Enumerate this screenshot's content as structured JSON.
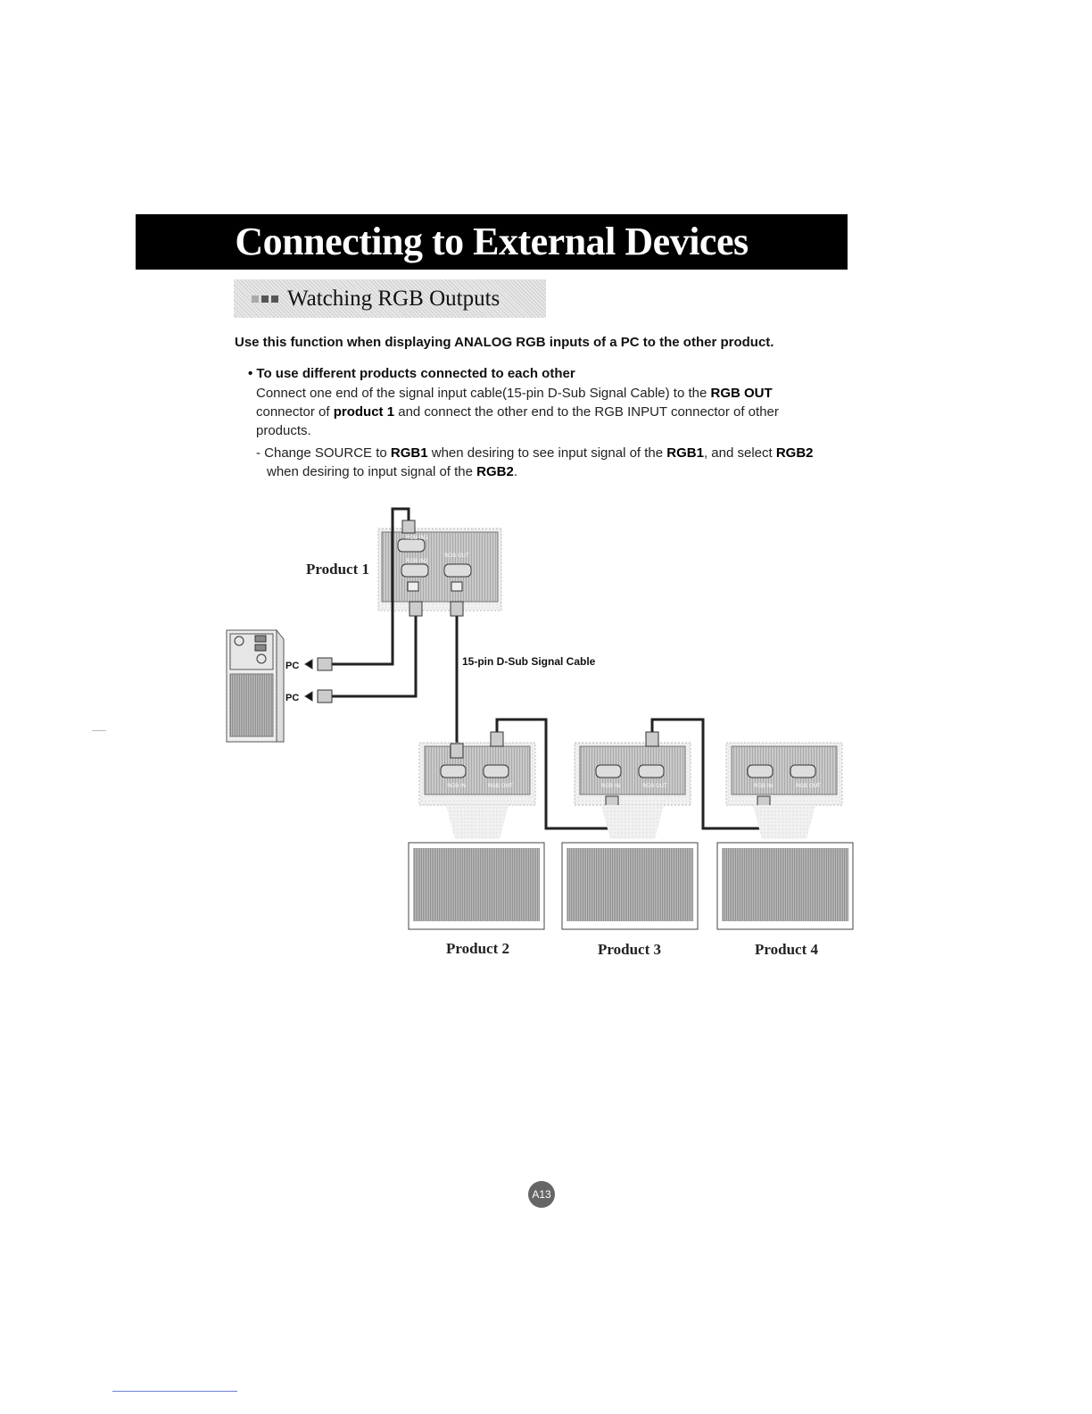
{
  "header": {
    "title": "Connecting to External Devices"
  },
  "section": {
    "title": "Watching RGB Outputs"
  },
  "intro": "Use this function when displaying ANALOG RGB inputs of a PC to the other product.",
  "bullet": {
    "heading": "• To use different products connected to each other",
    "p1_a": "Connect one end of the signal input cable(15-pin D-Sub Signal Cable) to the ",
    "p1_b": "RGB OUT",
    "p1_c": " connector of ",
    "p1_d": "product 1",
    "p1_e": " and connect the other end to the RGB INPUT connector of other products.",
    "p2_a": "- Change SOURCE to ",
    "p2_b": "RGB1",
    "p2_c": " when desiring to see input signal of the ",
    "p2_d": "RGB1",
    "p2_e": ", and select ",
    "p2_f": "RGB2",
    "p2_g": " when desiring to input signal of the ",
    "p2_h": "RGB2",
    "p2_i": "."
  },
  "diagram": {
    "product1": "Product 1",
    "product2": "Product 2",
    "product3": "Product 3",
    "product4": "Product 4",
    "cable_label": "15-pin D-Sub Signal Cable",
    "pc1": "PC",
    "pc2": "PC",
    "rgb_in1": "RGB IN1",
    "rgb_in2": "RGB IN2",
    "rgb_out": "RGB OUT",
    "rgb_in": "RGB IN"
  },
  "page_number": "A13"
}
